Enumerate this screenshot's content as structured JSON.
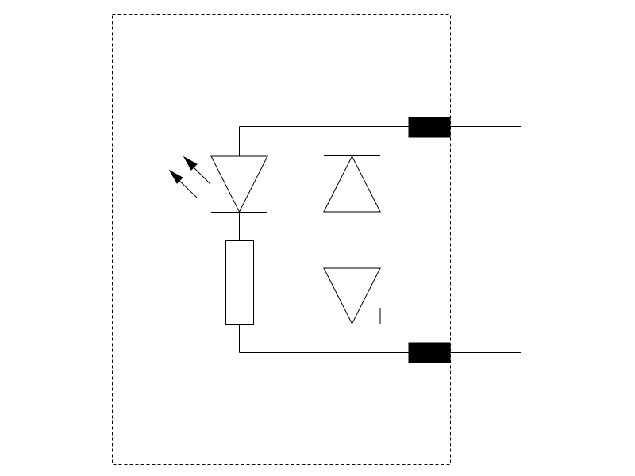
{
  "diagram": {
    "type": "circuit-schematic",
    "components": [
      {
        "id": "enclosure",
        "kind": "dashed-boundary"
      },
      {
        "id": "led",
        "kind": "light-emitting-diode",
        "orientation": "cathode-down"
      },
      {
        "id": "resistor",
        "kind": "resistor"
      },
      {
        "id": "diode-upper",
        "kind": "diode",
        "orientation": "cathode-up"
      },
      {
        "id": "zener-lower",
        "kind": "zener-diode",
        "orientation": "cathode-down"
      },
      {
        "id": "terminal-top",
        "kind": "terminal-connector"
      },
      {
        "id": "terminal-bottom",
        "kind": "terminal-connector"
      }
    ],
    "colors": {
      "stroke": "#000000",
      "terminal_fill": "#000000",
      "background": "#ffffff"
    }
  }
}
